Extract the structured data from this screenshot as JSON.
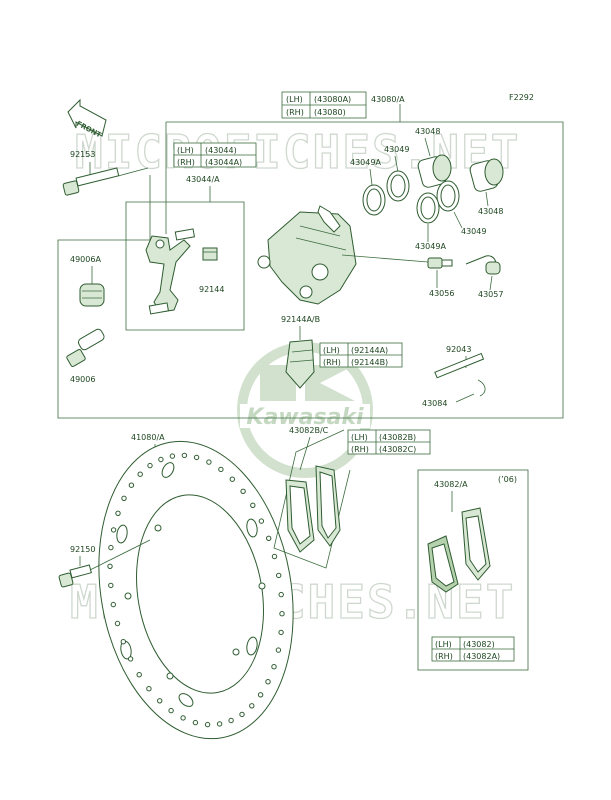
{
  "figure": {
    "code": "F2292",
    "watermark": "MICROFICHES.NET",
    "logo_text": "Kawasaki",
    "front_arrow": "FRONT"
  },
  "parts": {
    "p43080A": "43080/A",
    "p43048a": "43048",
    "p43049a": "43049",
    "p43049A_1": "43049A",
    "p43048b": "43048",
    "p43049b": "43049",
    "p43049A_2": "43049A",
    "p43056": "43056",
    "p43057": "43057",
    "p92153": "92153",
    "p43044A": "43044/A",
    "p92144": "92144",
    "p49006A": "49006A",
    "p49006": "49006",
    "p92144AB": "92144A/B",
    "p92043": "92043",
    "p43084": "43084",
    "p41080A": "41080/A",
    "p43082BC": "43082B/C",
    "p92150": "92150",
    "p43082A": "43082/A",
    "year": "(’06)"
  },
  "tables": {
    "t43080": {
      "r1k": "(LH)",
      "r1v": "(43080A)",
      "r2k": "(RH)",
      "r2v": "(43080)"
    },
    "t43044": {
      "r1k": "(LH)",
      "r1v": "(43044)",
      "r2k": "(RH)",
      "r2v": "(43044A)"
    },
    "t92144": {
      "r1k": "(LH)",
      "r1v": "(92144A)",
      "r2k": "(RH)",
      "r2v": "(92144B)"
    },
    "t43082bc": {
      "r1k": "(LH)",
      "r1v": "(43082B)",
      "r2k": "(RH)",
      "r2v": "(43082C)"
    },
    "t43082": {
      "r1k": "(LH)",
      "r1v": "(43082)",
      "r2k": "(RH)",
      "r2v": "(43082A)"
    }
  }
}
